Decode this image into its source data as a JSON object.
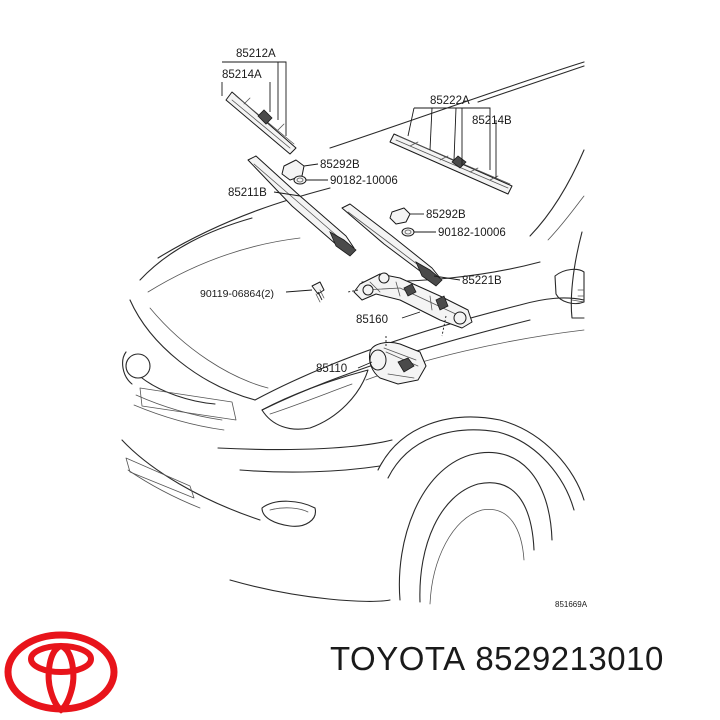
{
  "callouts": {
    "c85212A": "85212A",
    "c85214A": "85214A",
    "c85222A": "85222A",
    "c85214B": "85214B",
    "c85292B_1": "85292B",
    "c90182_1": "90182-10006",
    "c85211B": "85211B",
    "c85292B_2": "85292B",
    "c90182_2": "90182-10006",
    "c85221B": "85221B",
    "c90119": "90119-06864(2)",
    "c85160": "85160",
    "c85110": "85110"
  },
  "diagram_ref": "851669A",
  "footer": {
    "brand": "TOYOTA",
    "part_number": "8529213010"
  },
  "colors": {
    "logo_red": "#e8141b",
    "line": "#2a2a2a",
    "text": "#1a1a1a"
  }
}
